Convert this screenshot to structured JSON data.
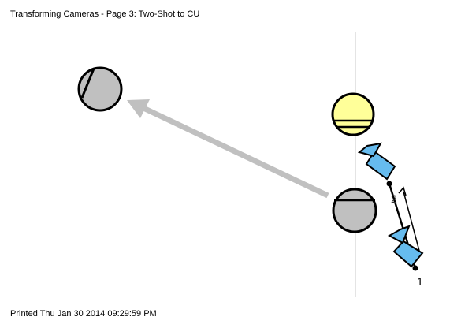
{
  "title": "Transforming Cameras - Page 3: Two-Shot to CU",
  "printed": "Printed Thu Jan 30 2014 09:29:59 PM",
  "camera_labels": {
    "cam1": "1",
    "cam2": "2"
  },
  "colors": {
    "actor_gray": "#c0c0c0",
    "actor_yellow": "#ffff99",
    "camera_blue": "#66bbee",
    "move_arrow": "#c0c0c0",
    "axis_line": "#c8c8c8",
    "outline": "#000000"
  }
}
